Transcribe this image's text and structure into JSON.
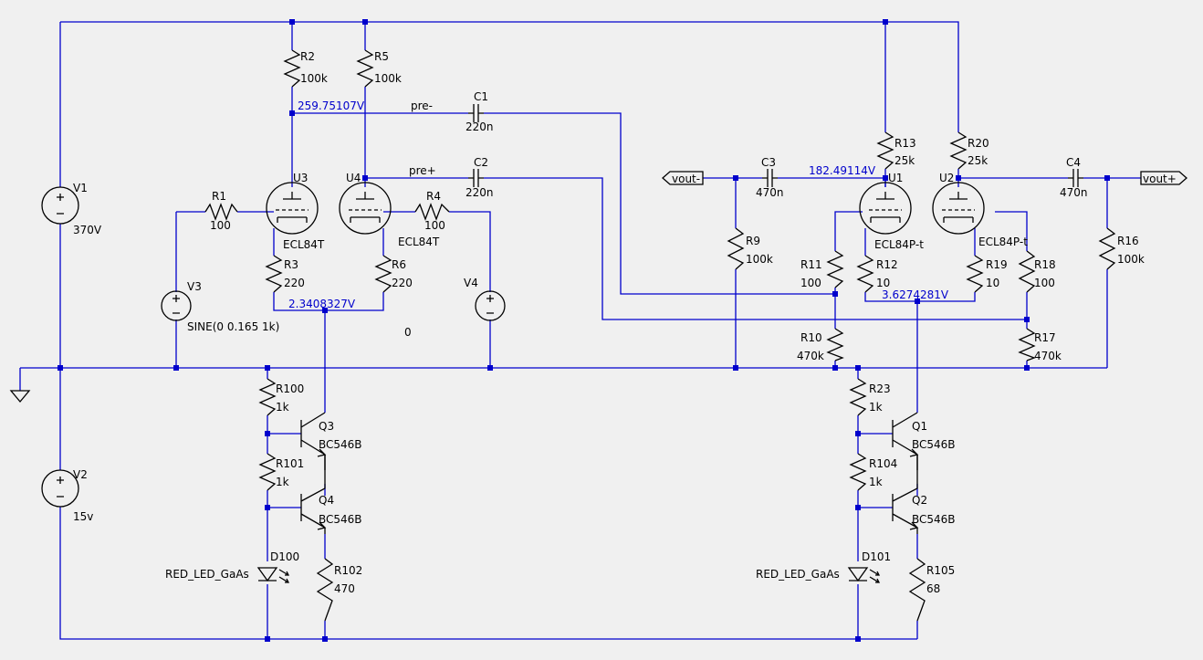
{
  "components": {
    "V1": {
      "ref": "V1",
      "val": "370V"
    },
    "V2": {
      "ref": "V2",
      "val": "15v"
    },
    "V3": {
      "ref": "V3",
      "val": "SINE(0 0.165 1k)"
    },
    "V4": {
      "ref": "V4"
    },
    "R1": {
      "ref": "R1",
      "val": "100"
    },
    "R2": {
      "ref": "R2",
      "val": "100k"
    },
    "R3": {
      "ref": "R3",
      "val": "220"
    },
    "R4": {
      "ref": "R4",
      "val": "100"
    },
    "R5": {
      "ref": "R5",
      "val": "100k"
    },
    "R6": {
      "ref": "R6",
      "val": "220"
    },
    "R9": {
      "ref": "R9",
      "val": "100k"
    },
    "R10": {
      "ref": "R10",
      "val": "470k"
    },
    "R11": {
      "ref": "R11",
      "val": "100"
    },
    "R12": {
      "ref": "R12",
      "val": "10"
    },
    "R13": {
      "ref": "R13",
      "val": "25k"
    },
    "R16": {
      "ref": "R16",
      "val": "100k"
    },
    "R17": {
      "ref": "R17",
      "val": "470k"
    },
    "R18": {
      "ref": "R18",
      "val": "100"
    },
    "R19": {
      "ref": "R19",
      "val": "10"
    },
    "R20": {
      "ref": "R20",
      "val": "25k"
    },
    "R23": {
      "ref": "R23",
      "val": "1k"
    },
    "R100": {
      "ref": "R100",
      "val": "1k"
    },
    "R101": {
      "ref": "R101",
      "val": "1k"
    },
    "R102": {
      "ref": "R102",
      "val": "470"
    },
    "R104": {
      "ref": "R104",
      "val": "1k"
    },
    "R105": {
      "ref": "R105",
      "val": "68"
    },
    "C1": {
      "ref": "C1",
      "val": "220n"
    },
    "C2": {
      "ref": "C2",
      "val": "220n"
    },
    "C3": {
      "ref": "C3",
      "val": "470n"
    },
    "C4": {
      "ref": "C4",
      "val": "470n"
    },
    "U1": {
      "ref": "U1",
      "val": "ECL84P-t"
    },
    "U2": {
      "ref": "U2",
      "val": "ECL84P-t"
    },
    "U3": {
      "ref": "U3",
      "val": "ECL84T"
    },
    "U4": {
      "ref": "U4",
      "val": "ECL84T"
    },
    "Q1": {
      "ref": "Q1",
      "val": "BC546B"
    },
    "Q2": {
      "ref": "Q2",
      "val": "BC546B"
    },
    "Q3": {
      "ref": "Q3",
      "val": "BC546B"
    },
    "Q4": {
      "ref": "Q4",
      "val": "BC546B"
    },
    "D100": {
      "ref": "D100",
      "val": "RED_LED_GaAs"
    },
    "D101": {
      "ref": "D101",
      "val": "RED_LED_GaAs"
    }
  },
  "nets": {
    "pre_minus": "pre-",
    "pre_plus": "pre+",
    "vout_minus": "vout-",
    "vout_plus": "vout+",
    "zero": "0"
  },
  "voltages": {
    "v1": "259.75107V",
    "v2": "2.3408327V",
    "v3": "182.49114V",
    "v4": "3.6274281V"
  },
  "colors": {
    "wire": "#0000cc",
    "symbol": "#000000",
    "background": "#f0f0f0"
  }
}
